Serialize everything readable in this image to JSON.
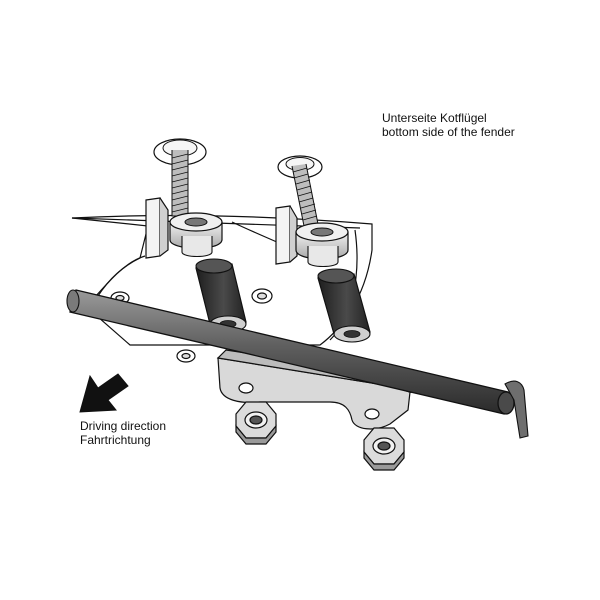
{
  "labels": {
    "fender": {
      "line1": "Unterseite Kotflügel",
      "line2": "bottom side of the fender"
    },
    "direction": {
      "line1": "Driving direction",
      "line2": "Fahrtrichtung"
    }
  },
  "icons": {
    "direction_arrow": "arrow-down-left-icon"
  },
  "colors": {
    "line": "#111111",
    "part_fill": "#e2e2e2",
    "dark_part": "#3a3a3a",
    "rod": "#5c5c5c"
  }
}
